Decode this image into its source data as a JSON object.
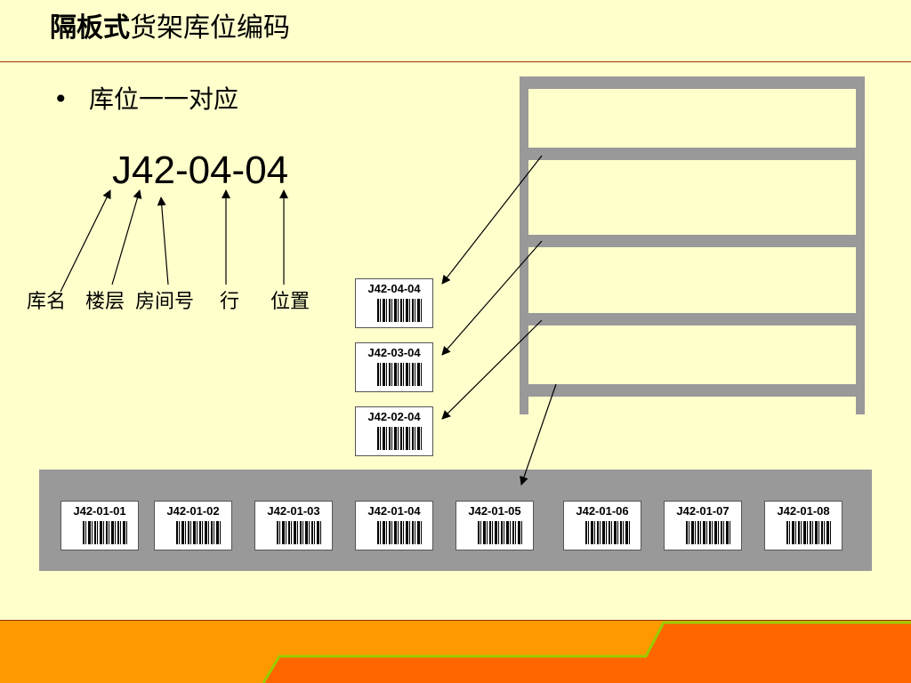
{
  "title": {
    "bold": "隔板式",
    "normal": "货架库位编码"
  },
  "bullet": {
    "marker": "•",
    "text": "库位一一对应"
  },
  "code": "J42-04-04",
  "parts": [
    {
      "label": "库名"
    },
    {
      "label": "楼层"
    },
    {
      "label": "房间号"
    },
    {
      "label": "行"
    },
    {
      "label": "位置"
    }
  ],
  "shelf_labels": [
    "J42-04-04",
    "J42-03-04",
    "J42-02-04"
  ],
  "floor_labels": [
    "J42-01-01",
    "J42-01-02",
    "J42-01-03",
    "J42-01-04",
    "J42-01-05",
    "J42-01-06",
    "J42-01-07",
    "J42-01-08"
  ],
  "colors": {
    "background": "#ffffcc",
    "shelf": "#999999",
    "footer_orange": "#ff9900",
    "footer_red": "#ff6600",
    "footer_green": "#99cc00"
  }
}
